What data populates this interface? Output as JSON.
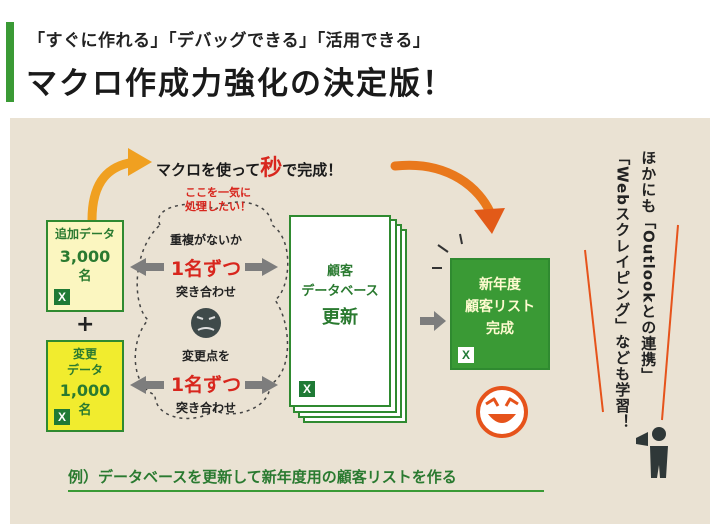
{
  "header": {
    "subtitle": "「すぐに作れる」「デバッグできる」「活用できる」",
    "title": "マクロ作成力強化の決定版！"
  },
  "flow": {
    "arrow_label_pre": "マクロを使って",
    "arrow_label_emph": "秒",
    "arrow_label_post": "で完成！",
    "handwrite_line1": "ここを一気に",
    "handwrite_line2": "処理したい！",
    "add_doc": {
      "line1": "追加データ",
      "line2": "3,000",
      "line3": "名",
      "color": "#fbf6c0"
    },
    "plus": "+",
    "change_doc": {
      "line1": "変更",
      "line2": "データ",
      "line3": "1,000",
      "line4": "名",
      "color": "#f1ec2e"
    },
    "check1": {
      "top": "重複がないか",
      "big": "1名ずつ",
      "bottom": "突き合わせ"
    },
    "check2": {
      "top": "変更点を",
      "big": "1名ずつ",
      "bottom": "突き合わせ"
    },
    "db_doc": {
      "line1": "顧客",
      "line2": "データベース",
      "line3": "更新"
    },
    "result_doc": {
      "line1": "新年度",
      "line2": "顧客リスト",
      "line3": "完成",
      "color": "#3a9a35"
    },
    "excel_icon": "X"
  },
  "side_note": {
    "col1": "ほかにも「Outlookとの連携」",
    "col2": "「Webスクレイピング」なども学習！"
  },
  "caption": "例）データベースを更新して新年度用の顧客リストを作る",
  "colors": {
    "green": "#3a9a35",
    "red": "#d8261d",
    "panel": "#eae2d3",
    "orange": "#ee8a1a"
  }
}
